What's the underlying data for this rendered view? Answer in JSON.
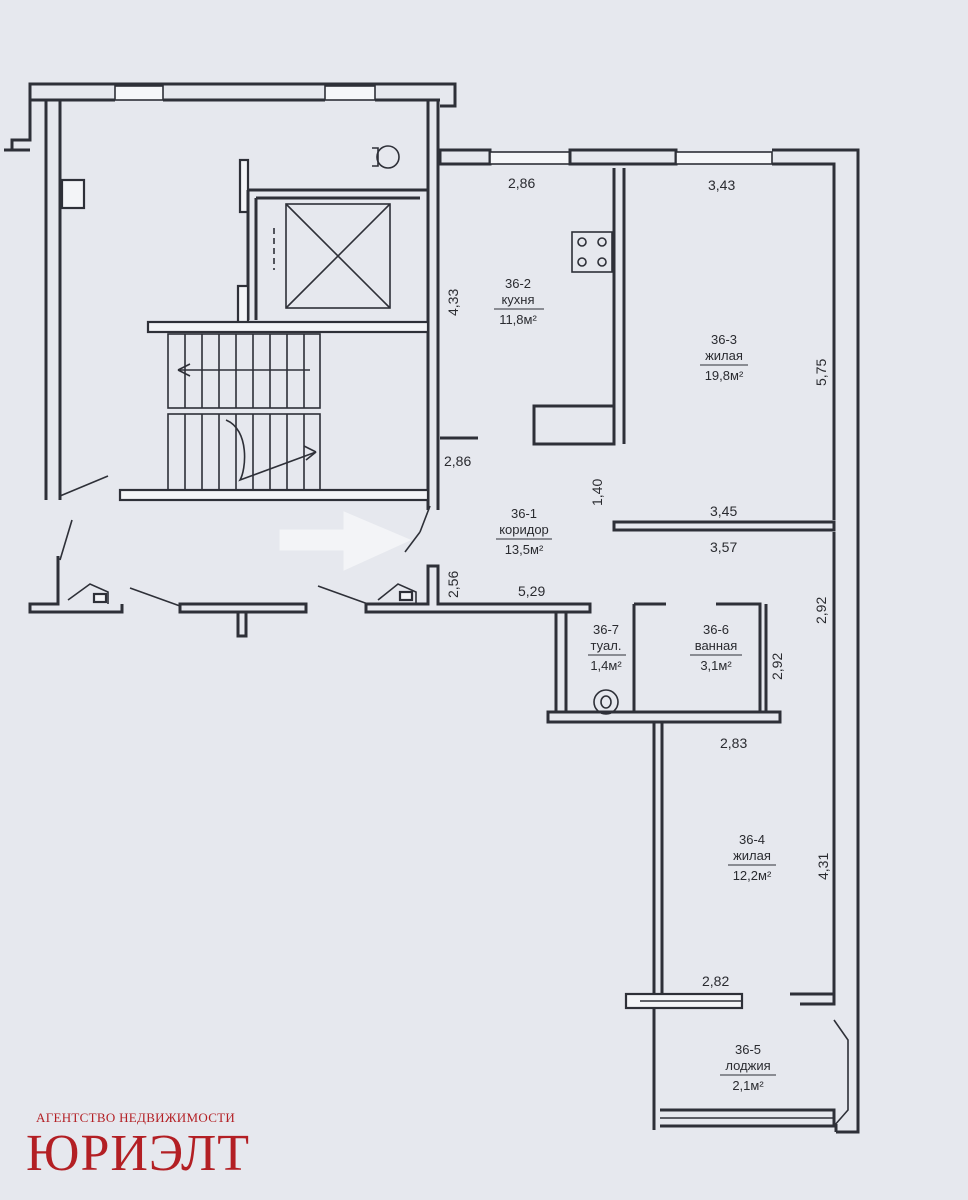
{
  "rooms": [
    {
      "id": "36-2",
      "name": "кухня",
      "area": "11,8м²"
    },
    {
      "id": "36-3",
      "name": "жилая",
      "area": "19,8м²"
    },
    {
      "id": "36-1",
      "name": "коридор",
      "area": "13,5м²"
    },
    {
      "id": "36-7",
      "name": "туал.",
      "area": "1,4м²"
    },
    {
      "id": "36-6",
      "name": "ванная",
      "area": "3,1м²"
    },
    {
      "id": "36-4",
      "name": "жилая",
      "area": "12,2м²"
    },
    {
      "id": "36-5",
      "name": "лоджия",
      "area": "2,1м²"
    }
  ],
  "dimensions": {
    "kitchen_width": "2,86",
    "kitchen_height": "4,33",
    "kitchen_lower": "2,86",
    "room3_width": "3,43",
    "room3_height": "5,75",
    "corridor_vertical": "1,40",
    "room3_partition": "3,45",
    "corridor_width": "3,57",
    "corridor_small": "2,56",
    "corridor_length": "5,29",
    "bath_height": "2,92",
    "right_wall_mid": "2,92",
    "room4_width": "2,83",
    "room4_height": "4,31",
    "loggia_width": "2,82"
  },
  "brand": {
    "subtitle": "АГЕНТСТВО НЕДВИЖИМОСТИ",
    "name": "ЮРИЭЛТ"
  },
  "colors": {
    "paper": "#e6e8ee",
    "ink": "#2e3038",
    "brand_red": "#b31f24"
  }
}
